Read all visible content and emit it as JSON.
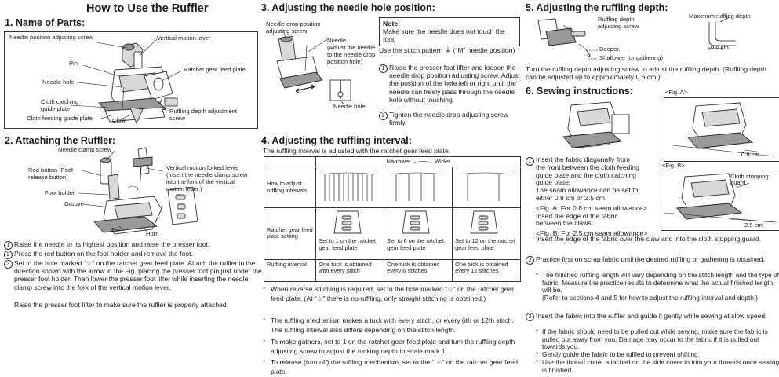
{
  "main_title": "How to Use the Ruffler",
  "s1": {
    "heading": "1.  Name of Parts:",
    "labels": {
      "needle_position_screw": "Needle position adjusting screw",
      "vertical_motion_lever": "Vertical motion lever",
      "pin": "Pin",
      "ratchet_gear_feed_plate": "Ratchet gear feed plate",
      "needle_hole": "Needle hole",
      "cloth_catching_1": "Cloth catching",
      "cloth_catching_2": "guide plate",
      "ruffling_depth_screw_1": "Ruffling depth adjustment",
      "ruffling_depth_screw_2": "screw",
      "cloth_feeding_guide_plate": "Cloth feeding guide plate",
      "claw": "Claw"
    }
  },
  "s2": {
    "heading": "2.  Attaching the Ruffler:",
    "labels": {
      "needle_clamp_screw": "Needle clamp screw",
      "red_button_1": "Red button (Foot",
      "red_button_2": "release button)",
      "fork_lever_1": "Vertical motion forked lever",
      "fork_lever_2": "(Insert the needle clamp screw",
      "fork_lever_3": "into the fork of the vertical",
      "fork_lever_4": "motion lever.)",
      "foot_holder": "Foot holder",
      "groove": "Groove",
      "pin": "Pin",
      "horn": "Horn"
    },
    "steps": [
      {
        "n": "1",
        "text": "Raise the needle to its highest position and raise the presser foot."
      },
      {
        "n": "2",
        "text": "Press the red button on the foot holder and remove the foot."
      },
      {
        "n": "3",
        "text_a": "Set to the hole marked “",
        "star": "☆",
        "text_b": "” on the ratchet gear feed plate. Attach the ruffler in the direction shown with the arrow in the Fig. placing the presser foot pin just under the presser foot holder. Then lower the presser foot lifter while inserting the needle clamp screw into the fork of the vertical motion lever."
      }
    ],
    "final_line": "Raise the presser foot lifter to make sure the ruffler is properly attached."
  },
  "s3": {
    "heading": "3.  Adjusting the needle hole position:",
    "labels": {
      "needle_drop_screw_1": "Needle drop position",
      "needle_drop_screw_2": "adjusting screw",
      "needle_1": "Needle",
      "needle_2": "(Adjust the needle",
      "needle_3": "to the needle drop",
      "needle_4": "position hole)",
      "needle_hole": "Needle hole"
    },
    "note_title": "Note:",
    "note_text": "Make sure the needle does not touch the foot.",
    "use_text_a": "Use the stitch pattern",
    "use_symbol": "⏚",
    "use_text_b": "(“M” needle position)",
    "steps": [
      {
        "n": "1",
        "text": "Raise the presser foot lifter and loosen the needle drop position adjusting screw. Adjust the position of the hole left or right until the needle can freely pass through the needle hole without touching."
      },
      {
        "n": "2",
        "text": "Tighten the needle drop adjusting screw firmly."
      }
    ]
  },
  "s4": {
    "heading": "4.  Adjusting the ruffling interval:",
    "intro": "The ruffling interval is adjusted with the ratchet gear feed plate.",
    "narrower": "Narrower",
    "wider": "Wider",
    "table": {
      "row1_label": "How to adjust ruffling intervals",
      "row2_label": "Ratchet gear feed plate setting",
      "row3_label": "Ruffling interval",
      "settings": [
        "Set to 1 on the ratchet gear feed plate",
        "Set to 6 on the ratchet gear feed plate",
        "Set to 12 on the ratchet gear feed plate"
      ],
      "intervals": [
        "One tuck is obtained with every stitch",
        "One tuck is obtained every 6 stitches",
        "One tuck is obtained every 12 stitches"
      ]
    },
    "bullets": [
      {
        "a": "When reverse stitching is required, set to the hole marked “",
        "star": "☆",
        "b": "” on the ratchet gear feed plate. (At “",
        "star2": "☆",
        "c": "” there is no ruffling, only straight stitching is obtained.)"
      },
      {
        "text": "The ruffling mechanism makes a tuck with every stitch, or every 6th or 12th stitch. The ruffling interval also differs depending on the stitch length."
      },
      {
        "text": "To make gathers, set to 1 on the ratchet gear feed plate and turn the ruffling depth adjusting screw to adjust the tucking depth to scale mark 1."
      },
      {
        "a": "To release (turn off) the ruffling mechanism, set to the “ ",
        "star": "☆",
        "b": "” on the ratchet gear feed plate."
      }
    ]
  },
  "s5": {
    "heading": "5.  Adjusting the ruffling depth:",
    "labels": {
      "screw_1": "Ruffling depth",
      "screw_2": "adjusting screw",
      "max_depth": "Maximum ruffling depth",
      "measure": "0.6 cm",
      "deeper": "Deeper.",
      "shallower": "Shallower (or gathering)"
    },
    "text": "Turn the ruffling depth adjusting screw to adjust the ruffling depth.  (Ruffling depth can be adjusted up to approximately 0.6 cm.)"
  },
  "s6": {
    "heading": "6.  Sewing instructions:",
    "fig_a": "<Fig. A>",
    "fig_a_measure": "0.8 cm",
    "fig_b": "<Fig. B>",
    "fig_b_label_1": "Cloth stopping",
    "fig_b_label_2": "guard",
    "fig_b_measure": "2.5 cm",
    "step1_num": "1",
    "step1_lines": [
      "Insert the fabric diagonally from",
      "the front between the cloth feeding",
      "guide plate and the cloth catching",
      "guide plate.",
      "The seam allowance can be set to",
      "either 0.8 cm or 2.5 cm."
    ],
    "fig_a_head": "<Fig. A: For 0.8 cm seam allowance>",
    "fig_a_lines": [
      "Insert the edge of the fabric",
      "between the claws."
    ],
    "fig_b_head": "<Fig. B: For 2.5 cm seam allowance>",
    "fig_b_line": "Insert the edge of the fabric over the claw and into the cloth stopping guard.",
    "step2_num": "2",
    "step2": "Practice first on scrap fabric until the desired ruffling or gathering is obtained.",
    "step2_sub": "The finished ruffling length will vary depending on the stitch length and the type of fabric.  Measure the practice results to determine what the actual finished length will be.",
    "step2_sub2": "(Refer to sections 4 and 5 for how to adjust the ruffling interval and depth.)",
    "step3_num": "3",
    "step3": "Insert the fabric into the ruffler and guide it gently while sewing at slow speed.",
    "step3_subs": [
      "If the fabric should need to be pulled out while sewing, make sure the fabric is pulled out away from you. Damage may occur to the fabric if it is pulled out towards you.",
      "Gently guide the fabric to be ruffled to prevent shifting.",
      "Use the thread cutter attached on the side cover to trim your threads once sewing is finished."
    ]
  }
}
